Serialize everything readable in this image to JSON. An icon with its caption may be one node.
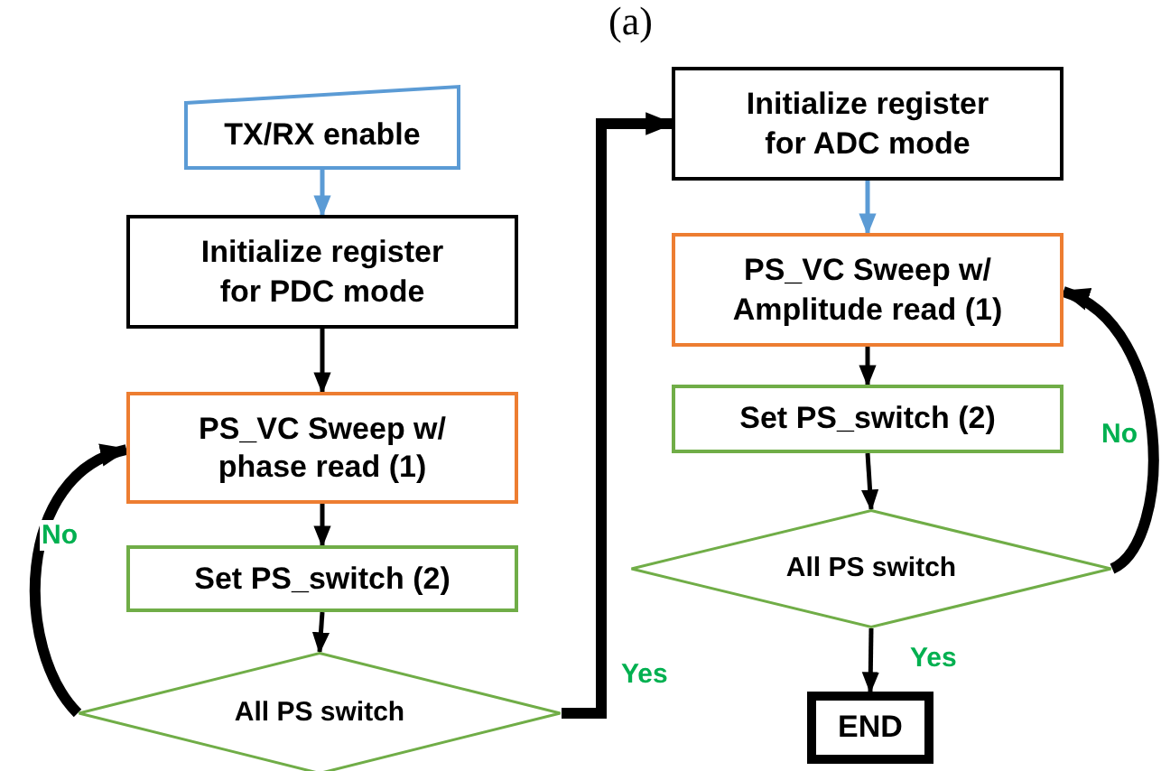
{
  "diagram": {
    "nodes": [
      {
        "text": [
          "TX/RX enable"
        ]
      },
      {
        "text": [
          "Initialize register for PDC mode"
        ]
      },
      {
        "text": [
          "PS_VC Sweep w/ phase read (1)"
        ]
      },
      {
        "text": [
          "Set PS_switch (2)"
        ]
      },
      {
        "text": [
          "All PS switch"
        ]
      },
      {
        "text": [
          "Initialize register for ADC mode"
        ]
      },
      {
        "text": [
          "PS_VC Sweep w/ Amplitude read (1)"
        ]
      },
      {
        "text": [
          "Set PS_switch (2)"
        ]
      },
      {
        "text": [
          "All PS switch"
        ]
      },
      {
        "text": [
          "END"
        ]
      }
    ],
    "edges": [
      {
        "from": 0,
        "to": 1,
        "arrow": "to",
        "color": "#5b9bd5"
      },
      {
        "from": 1,
        "to": 2,
        "arrow": "to"
      },
      {
        "from": 2,
        "to": 3,
        "arrow": "to"
      },
      {
        "from": 3,
        "to": 4,
        "arrow": "to"
      },
      {
        "from": 4,
        "to": 2,
        "arrow": "to",
        "label": "No",
        "style": "thick"
      },
      {
        "from": 4,
        "to": 5,
        "arrow": "to",
        "label": "Yes",
        "style": "thick"
      },
      {
        "from": 5,
        "to": 6,
        "arrow": "to",
        "color": "#5b9bd5"
      },
      {
        "from": 6,
        "to": 7,
        "arrow": "to"
      },
      {
        "from": 7,
        "to": 8,
        "arrow": "to"
      },
      {
        "from": 8,
        "to": 6,
        "arrow": "to",
        "label": "No",
        "style": "thick"
      },
      {
        "from": 8,
        "to": 9,
        "arrow": "to",
        "label": "Yes"
      }
    ],
    "labels": [
      "(a)"
    ]
  }
}
